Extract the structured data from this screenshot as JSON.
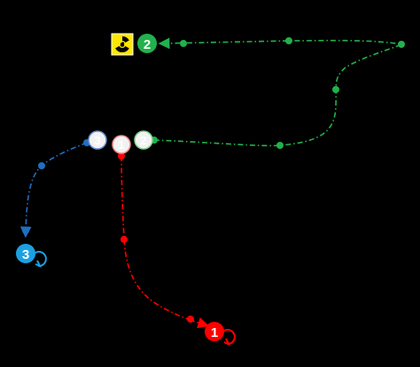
{
  "colors": {
    "background": "#000000",
    "green": "#22b14c",
    "red": "#ff0000",
    "blue": "#1f6fbf",
    "cyan": "#1ba1e2",
    "start_fill": "#f2f2f2",
    "hazard_yellow": "#ffe600"
  },
  "hazard": {
    "icon": "radiation-icon"
  },
  "paths": [
    {
      "id": "green",
      "color": "#22b14c",
      "label": "2"
    },
    {
      "id": "red",
      "color": "#ff0000",
      "label": "1"
    },
    {
      "id": "blue",
      "color": "#1f6fbf",
      "label": "3"
    }
  ],
  "start_markers": [
    {
      "id": "blue",
      "label": "3",
      "ring": "#6a8fd4"
    },
    {
      "id": "red",
      "label": "1",
      "ring": "#f28a8a"
    },
    {
      "id": "green",
      "label": "2",
      "ring": "#7fd38d"
    }
  ],
  "end_markers": [
    {
      "id": "green",
      "label": "2",
      "color": "#22b14c"
    },
    {
      "id": "red",
      "label": "1",
      "color": "#ff0000"
    },
    {
      "id": "blue",
      "label": "3",
      "color": "#1ba1e2"
    }
  ]
}
